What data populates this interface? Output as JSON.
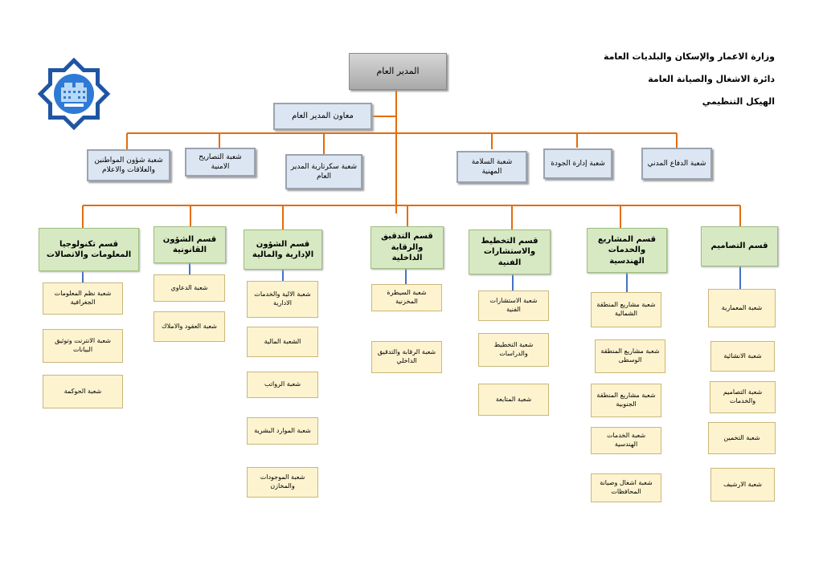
{
  "header": {
    "line1": "وزارة الاعمار والإسكان والبلديات العامة",
    "line2": "دائرة الاشغال والصيانة العامة",
    "line3": "الهيكل التنظيمي"
  },
  "logo": {
    "icon": "ministry-star-logo-icon",
    "colors": {
      "frame": "#1f55a3",
      "inner": "#2f7ad6",
      "building": "#b9d9f2"
    }
  },
  "top": {
    "general_manager": "المدير العام",
    "deputy": "معاون المدير العام"
  },
  "branches": [
    "شعبة شؤون المواطنين والعلاقات والاعلام",
    "شعبة التصاريح الامنية",
    "شعبة سكرتارية المدير العام",
    "شعبة السلامة المهنية",
    "شعبة إدارة الجودة",
    "شعبة الدفاع المدني"
  ],
  "departments": [
    {
      "name": "قسم تكنولوجيا المعلومات والاتصالات",
      "units": [
        "شعبة نظم المعلومات الجغرافية",
        "شعبة الانترنت وتوثيق البيانات",
        "شعبة الحوكمة"
      ]
    },
    {
      "name": "قسم الشؤون القانونية",
      "units": [
        "شعبة الدعاوي",
        "شعبة العقود والاملاك"
      ]
    },
    {
      "name": "قسم الشؤون الإدارية والمالية",
      "units": [
        "شعبة الالية والخدمات الادارية",
        "الشعبة المالية",
        "شعبة الرواتب",
        "شعبة الموارد البشرية",
        "شعبة الموجودات والمخازن"
      ]
    },
    {
      "name": "قسم التدقيق والرقابة الداخلية",
      "units": [
        "شعبة السيطرة المخزنية",
        "شعبة الرقابة والتدقيق الداخلي"
      ]
    },
    {
      "name": "قسم التخطيط والاستشارات الفنية",
      "units": [
        "شعبة الاستشارات الفنية",
        "شعبة التخطيط والدراسات",
        "شعبة المتابعة"
      ]
    },
    {
      "name": "قسم المشاريع والخدمات الهندسية",
      "units": [
        "شعبة مشاريع المنطقة الشمالية",
        "شعبة مشاريع المنطقة الوسطى",
        "شعبة مشاريع المنطقة الجنوبية",
        "شعبة الخدمات الهندسية",
        "شعبة اشغال وصيانة المحافظات"
      ]
    },
    {
      "name": "قسم التصاميم",
      "units": [
        "شعبة المعمارية",
        "شعبة الانشائية",
        "شعبة التصاميم والخدمات",
        "شعبة التخمين",
        "شعبة الارشيف"
      ]
    }
  ],
  "colors": {
    "orange_line": "#e46c0a",
    "blue_line": "#4472c4"
  }
}
